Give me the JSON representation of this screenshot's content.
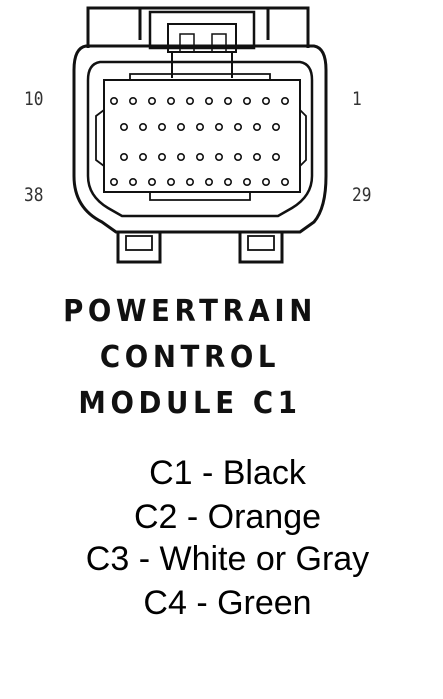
{
  "connector": {
    "pin_labels": {
      "top_left": "10",
      "top_right": "1",
      "bottom_left": "38",
      "bottom_right": "29"
    },
    "title_lines": [
      "POWERTRAIN",
      "CONTROL",
      "MODULE C1"
    ]
  },
  "legend": [
    "C1 - Black",
    "C2 - Orange",
    "C3 - White or Gray",
    "C4 - Green"
  ]
}
